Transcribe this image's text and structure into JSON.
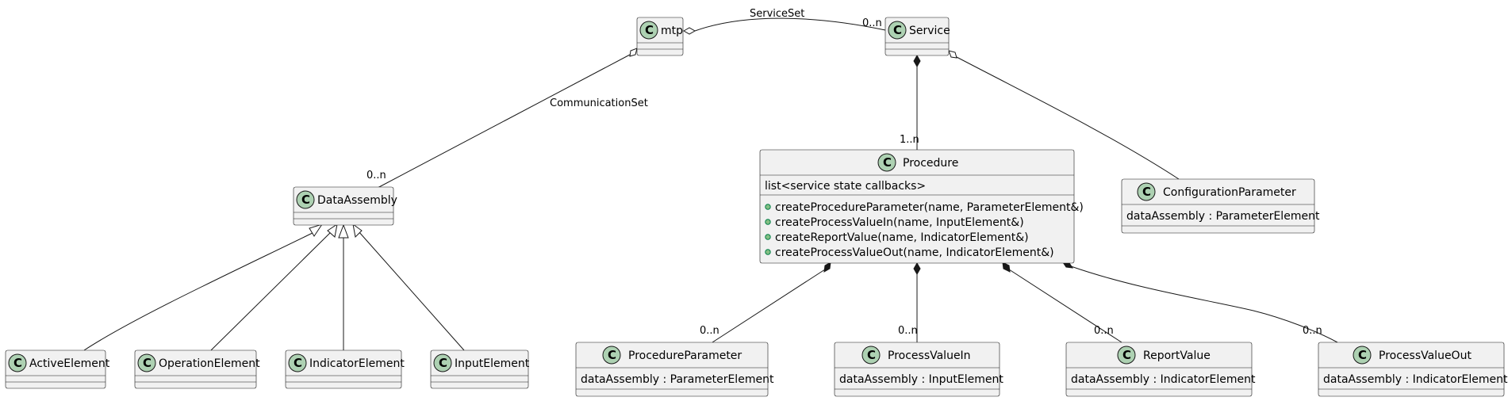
{
  "classes": {
    "mtp": {
      "name": "mtp",
      "icon": "class-icon",
      "stereotype_letter": "C"
    },
    "service": {
      "name": "Service",
      "icon": "class-icon",
      "stereotype_letter": "C"
    },
    "data_assembly": {
      "name": "DataAssembly",
      "icon": "class-icon",
      "stereotype_letter": "C"
    },
    "procedure": {
      "name": "Procedure",
      "icon": "class-icon",
      "stereotype_letter": "C",
      "fields": [
        "list<service state callbacks>"
      ],
      "methods": [
        "createProcedureParameter(name, ParameterElement&)",
        "createProcessValueIn(name, InputElement&)",
        "createReportValue(name, IndicatorElement&)",
        "createProcessValueOut(name, IndicatorElement&)"
      ]
    },
    "configuration_parameter": {
      "name": "ConfigurationParameter",
      "icon": "class-icon",
      "stereotype_letter": "C",
      "fields": [
        "dataAssembly : ParameterElement"
      ]
    },
    "active_element": {
      "name": "ActiveElement",
      "icon": "class-icon",
      "stereotype_letter": "C"
    },
    "operation_element": {
      "name": "OperationElement",
      "icon": "class-icon",
      "stereotype_letter": "C"
    },
    "indicator_element": {
      "name": "IndicatorElement",
      "icon": "class-icon",
      "stereotype_letter": "C"
    },
    "input_element": {
      "name": "InputElement",
      "icon": "class-icon",
      "stereotype_letter": "C"
    },
    "procedure_parameter": {
      "name": "ProcedureParameter",
      "icon": "class-icon",
      "stereotype_letter": "C",
      "fields": [
        "dataAssembly : ParameterElement"
      ]
    },
    "process_value_in": {
      "name": "ProcessValueIn",
      "icon": "class-icon",
      "stereotype_letter": "C",
      "fields": [
        "dataAssembly : InputElement"
      ]
    },
    "report_value": {
      "name": "ReportValue",
      "icon": "class-icon",
      "stereotype_letter": "C",
      "fields": [
        "dataAssembly : IndicatorElement"
      ]
    },
    "process_value_out": {
      "name": "ProcessValueOut",
      "icon": "class-icon",
      "stereotype_letter": "C",
      "fields": [
        "dataAssembly : IndicatorElement"
      ]
    }
  },
  "relations": {
    "service_set": {
      "label": "ServiceSet",
      "target_multiplicity": "0..n"
    },
    "communication_set": {
      "label": "CommunicationSet",
      "target_multiplicity": "0..n"
    },
    "service_procedure": {
      "target_multiplicity": "1..n"
    },
    "procedure_parameter": {
      "target_multiplicity": "0..n"
    },
    "procedure_value_in": {
      "target_multiplicity": "0..n"
    },
    "procedure_report": {
      "target_multiplicity": "0..n"
    },
    "procedure_value_out": {
      "target_multiplicity": "0..n"
    }
  },
  "colors": {
    "class_fill": "#F1F1F1",
    "border": "#181818",
    "class_icon": "#ADD1B2",
    "public_method_dot": "#84BE84"
  }
}
